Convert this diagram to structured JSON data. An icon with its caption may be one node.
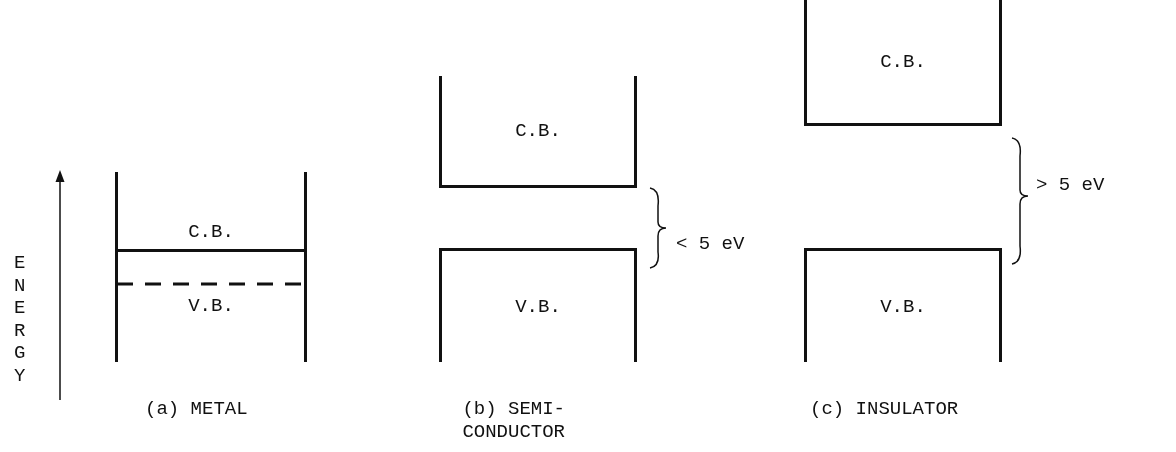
{
  "diagram": {
    "nodes": [
      {
        "text": [
          "C.B."
        ]
      },
      {
        "text": [
          "V.B."
        ]
      },
      {
        "text": [
          "C.B."
        ]
      },
      {
        "text": [
          "V.B."
        ]
      },
      {
        "text": [
          "C.B."
        ]
      },
      {
        "text": [
          "V.B."
        ]
      }
    ],
    "labels": [
      "ENERGY",
      "< 5 eV",
      "> 5 eV",
      "(a) METAL",
      "(b) SEMI- CONDUCTOR",
      "(c) INSULATOR"
    ]
  }
}
